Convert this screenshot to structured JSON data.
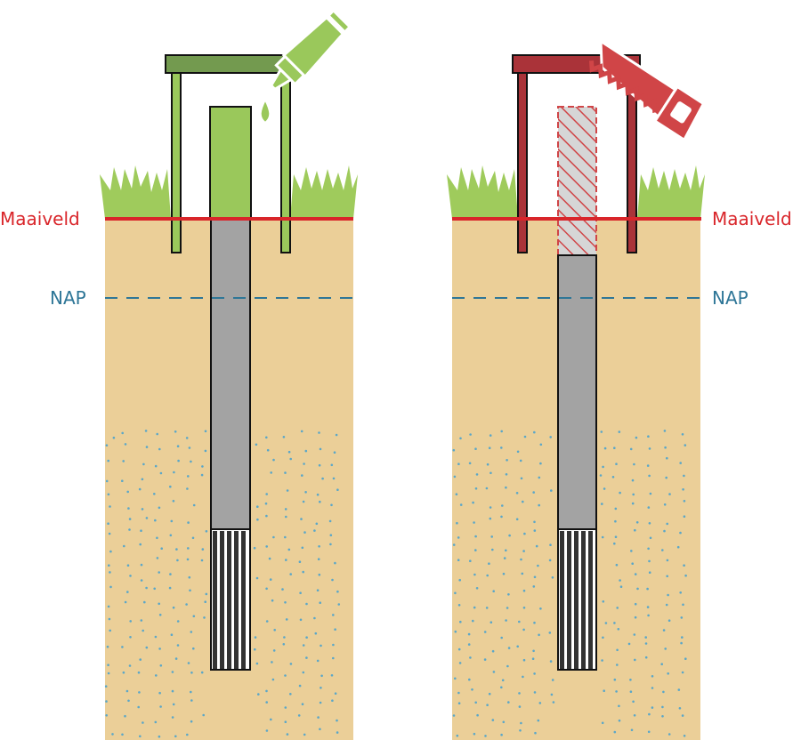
{
  "labels": {
    "ground_level": "Maaiveld",
    "nap": "NAP"
  },
  "colors": {
    "sand": "#EBCF98",
    "ground_line": "#D9252A",
    "nap_line": "#2E7697",
    "grass": "#9FCB5C",
    "pipe": "#A3A3A3",
    "screen_dark": "#333333",
    "left_accent": "#9AC85B",
    "left_frame": "#739A4F",
    "right_accent": "#D04547",
    "right_frame": "#AA3339",
    "removed_fill": "#D6D6D6",
    "dots": "#5BA7C8"
  },
  "panels": [
    {
      "name": "left-well",
      "tool": "glue-tube-icon"
    },
    {
      "name": "right-well",
      "tool": "saw-icon"
    }
  ]
}
